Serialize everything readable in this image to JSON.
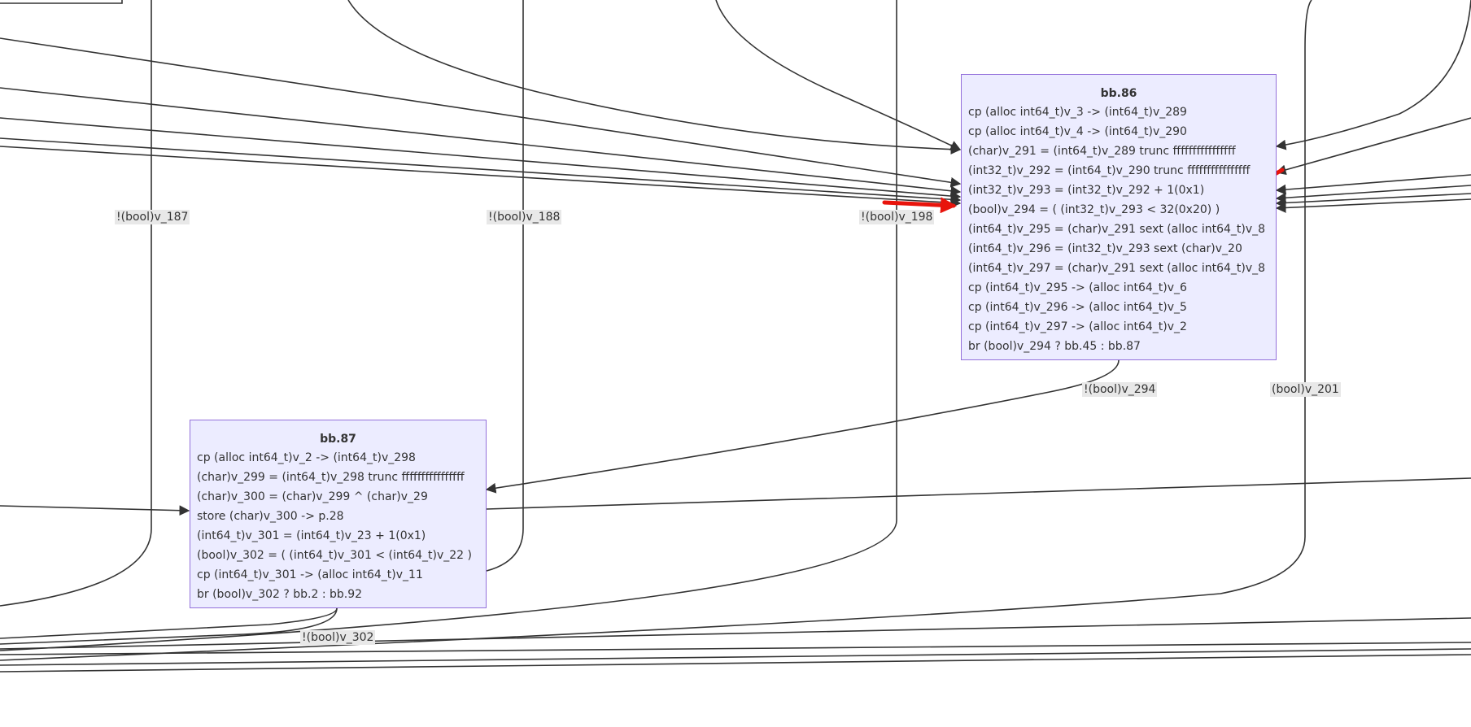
{
  "nodes": [
    {
      "id": "bb.86",
      "title": "bb.86",
      "lines": [
        "cp (alloc int64_t)v_3 -> (int64_t)v_289",
        "cp (alloc int64_t)v_4 -> (int64_t)v_290",
        "(char)v_291 = (int64_t)v_289 trunc ffffffffffffffff",
        "(int32_t)v_292 = (int64_t)v_290 trunc ffffffffffffffff",
        "(int32_t)v_293 = (int32_t)v_292 + 1(0x1)",
        "(bool)v_294 = ( (int32_t)v_293 < 32(0x20) )",
        "(int64_t)v_295 = (char)v_291 sext (alloc int64_t)v_8",
        "(int64_t)v_296 = (int32_t)v_293 sext (char)v_20",
        "(int64_t)v_297 = (char)v_291 sext (alloc int64_t)v_8",
        "cp (int64_t)v_295 -> (alloc int64_t)v_6",
        "cp (int64_t)v_296 -> (alloc int64_t)v_5",
        "cp (int64_t)v_297 -> (alloc int64_t)v_2",
        "br (bool)v_294 ? bb.45 : bb.87"
      ]
    },
    {
      "id": "bb.87",
      "title": "bb.87",
      "lines": [
        "cp (alloc int64_t)v_2 -> (int64_t)v_298",
        "(char)v_299 = (int64_t)v_298 trunc ffffffffffffffff",
        "(char)v_300 = (char)v_299 ^ (char)v_29",
        "store (char)v_300 -> p.28",
        "(int64_t)v_301 = (int64_t)v_23 + 1(0x1)",
        "(bool)v_302 = ( (int64_t)v_301 < (int64_t)v_22 )",
        "cp (int64_t)v_301 -> (alloc int64_t)v_11",
        "br (bool)v_302 ? bb.2 : bb.92"
      ]
    }
  ],
  "edge_labels": [
    "!(bool)v_187",
    "!(bool)v_188",
    "!(bool)v_198",
    "!(bool)v_294",
    "(bool)v_201",
    "!(bool)v_302"
  ],
  "colors": {
    "node_fill": "#ececff",
    "node_border": "#9370db",
    "edge": "#333333",
    "annotation": "#e8140c",
    "label_bg": "#e8e8e8"
  }
}
